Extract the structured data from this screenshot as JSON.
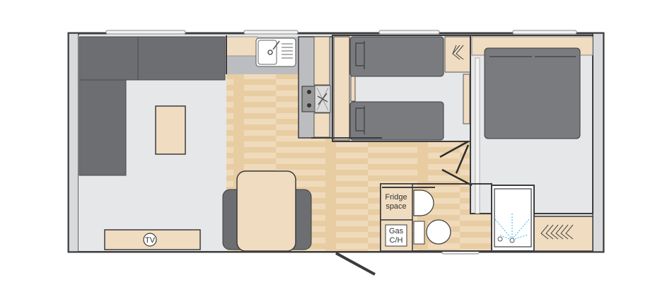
{
  "floorplan": {
    "labels": {
      "fridge_line1": "Fridge",
      "fridge_line2": "space",
      "gas_line1": "Gas",
      "gas_line2": "C/H",
      "tv": "TV"
    },
    "colors": {
      "wall": "#3c3c3e",
      "floor_grey": "#e6e7e8",
      "sofa": "#6d6e71",
      "bed": "#7a7b7e",
      "furniture": "#f0dcc0",
      "wood": "#e8cda3",
      "wood_light": "#efdbbb",
      "counter": "#bcbdc0",
      "shower_dots": "#5bc0e8"
    }
  }
}
